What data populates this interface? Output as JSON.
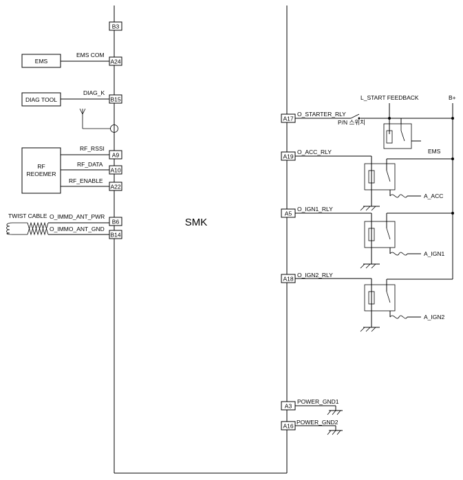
{
  "module_name": "SMK",
  "external_blocks": {
    "ems": "EMS",
    "diag_tool": "DIAG TOOL",
    "rf_receiver_line1": "RF",
    "rf_receiver_line2": "REOEMER",
    "twist_cable": "TWIST CABLE"
  },
  "left_pins": [
    {
      "pin": "B3",
      "signal": ""
    },
    {
      "pin": "A24",
      "signal": "EMS COM"
    },
    {
      "pin": "B15",
      "signal": "DIAG_K"
    },
    {
      "pin": "A9",
      "signal": "RF_RSSI"
    },
    {
      "pin": "A10",
      "signal": "RF_DATA"
    },
    {
      "pin": "A22",
      "signal": "RF_ENABLE"
    },
    {
      "pin": "B6",
      "signal": "O_IMMD_ANT_PWR"
    },
    {
      "pin": "B14",
      "signal": "O_IMMO_ANT_GND"
    }
  ],
  "right_pins": [
    {
      "pin": "A17",
      "signal": "O_STARTER_RLY"
    },
    {
      "pin": "A19",
      "signal": "O_ACC_RLY"
    },
    {
      "pin": "A5",
      "signal": "O_IGN1_RLY"
    },
    {
      "pin": "A18",
      "signal": "O_IGN2_RLY"
    },
    {
      "pin": "A3",
      "signal": "POWER_GND1"
    },
    {
      "pin": "A16",
      "signal": "POWER_GND2"
    }
  ],
  "right_labels": {
    "start_feedback": "L_START FEEDBACK",
    "battery": "B+",
    "pn_switch": "P/N 스위치",
    "ems": "EMS",
    "acc_out": "A_ACC",
    "ign1_out": "A_IGN1",
    "ign2_out": "A_IGN2"
  }
}
